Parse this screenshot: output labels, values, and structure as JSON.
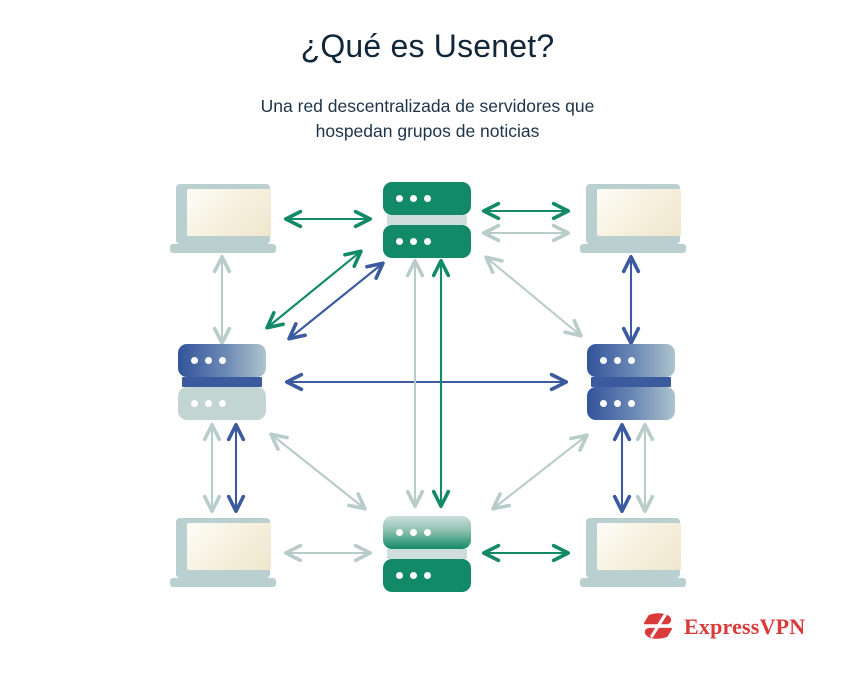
{
  "header": {
    "title": "¿Qué es Usenet?",
    "subtitle_line1": "Una red descentralizada de servidores que",
    "subtitle_line2": "hospedan grupos de noticias"
  },
  "brand": {
    "name": "ExpressVPN",
    "logo_icon": "expressvpn-e-mark",
    "color": "#da3a39"
  },
  "palette": {
    "green": "#128a67",
    "blue": "#3c5a9e",
    "pale": "#b8ccc9",
    "laptop_frame": "#b9cfd0",
    "screen_cream": "#f6efdc",
    "title_color": "#12263a"
  },
  "diagram": {
    "type": "network",
    "description": "Red de seis nodos conectados por flechas bidireccionales",
    "nodes": [
      {
        "id": "laptop-top-left",
        "kind": "laptop",
        "label": "Laptop superior izquierda",
        "style": "cream-screen"
      },
      {
        "id": "server-top-center",
        "kind": "server",
        "label": "Servidor superior centro",
        "style": "green-solid"
      },
      {
        "id": "laptop-top-right",
        "kind": "laptop",
        "label": "Laptop superior derecha",
        "style": "cream-screen"
      },
      {
        "id": "server-middle-left",
        "kind": "server",
        "label": "Servidor medio izquierda",
        "style": "blue-gradient-top-pale-bottom"
      },
      {
        "id": "server-middle-right",
        "kind": "server",
        "label": "Servidor medio derecha",
        "style": "blue-gradient"
      },
      {
        "id": "laptop-bottom-left",
        "kind": "laptop",
        "label": "Laptop inferior izquierda",
        "style": "cream-screen"
      },
      {
        "id": "server-bottom-center",
        "kind": "server",
        "label": "Servidor inferior centro",
        "style": "green-gradient"
      },
      {
        "id": "laptop-bottom-right",
        "kind": "laptop",
        "label": "Laptop inferior derecha",
        "style": "cream-screen"
      }
    ],
    "connections": [
      {
        "from": "laptop-top-left",
        "to": "server-top-center",
        "color": "green",
        "orientation": "horizontal"
      },
      {
        "from": "server-top-center",
        "to": "laptop-top-right",
        "color": "green",
        "orientation": "horizontal"
      },
      {
        "from": "server-top-center",
        "to": "laptop-top-right",
        "color": "pale",
        "orientation": "horizontal"
      },
      {
        "from": "laptop-top-left",
        "to": "server-middle-left",
        "color": "pale",
        "orientation": "vertical"
      },
      {
        "from": "laptop-top-right",
        "to": "server-middle-right",
        "color": "blue",
        "orientation": "vertical"
      },
      {
        "from": "server-middle-left",
        "to": "server-top-center",
        "color": "green",
        "orientation": "diagonal"
      },
      {
        "from": "server-middle-left",
        "to": "server-top-center",
        "color": "blue",
        "orientation": "diagonal"
      },
      {
        "from": "server-top-center",
        "to": "server-middle-right",
        "color": "pale",
        "orientation": "diagonal"
      },
      {
        "from": "server-middle-left",
        "to": "server-middle-right",
        "color": "blue",
        "orientation": "horizontal"
      },
      {
        "from": "server-top-center",
        "to": "server-bottom-center",
        "color": "pale",
        "orientation": "vertical"
      },
      {
        "from": "server-top-center",
        "to": "server-bottom-center",
        "color": "green",
        "orientation": "vertical"
      },
      {
        "from": "server-middle-left",
        "to": "laptop-bottom-left",
        "color": "pale",
        "orientation": "vertical"
      },
      {
        "from": "server-middle-left",
        "to": "laptop-bottom-left",
        "color": "blue",
        "orientation": "vertical"
      },
      {
        "from": "server-middle-right",
        "to": "laptop-bottom-right",
        "color": "blue",
        "orientation": "vertical"
      },
      {
        "from": "server-middle-right",
        "to": "laptop-bottom-right",
        "color": "pale",
        "orientation": "vertical"
      },
      {
        "from": "server-middle-left",
        "to": "server-bottom-center",
        "color": "pale",
        "orientation": "diagonal"
      },
      {
        "from": "server-bottom-center",
        "to": "server-middle-right",
        "color": "pale",
        "orientation": "diagonal"
      },
      {
        "from": "laptop-bottom-left",
        "to": "server-bottom-center",
        "color": "pale",
        "orientation": "horizontal"
      },
      {
        "from": "server-bottom-center",
        "to": "laptop-bottom-right",
        "color": "green",
        "orientation": "horizontal"
      }
    ]
  }
}
